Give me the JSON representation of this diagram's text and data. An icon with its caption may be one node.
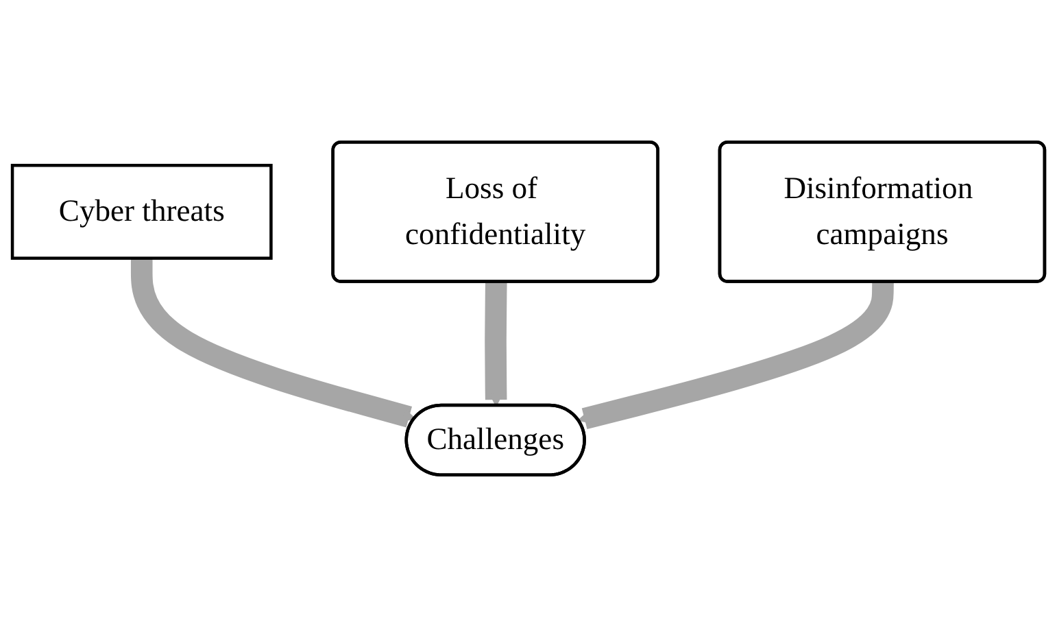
{
  "diagram": {
    "nodes": [
      {
        "text": [
          "Cyber threats"
        ]
      },
      {
        "text": [
          "Loss of confidentiality"
        ]
      },
      {
        "text": [
          "Disinformation campaigns"
        ]
      },
      {
        "text": [
          "Challenges"
        ]
      }
    ],
    "edges": [
      {
        "from": 0,
        "to": 3,
        "arrow": "to"
      },
      {
        "from": 1,
        "to": 3,
        "arrow": "to"
      },
      {
        "from": 2,
        "to": 3,
        "arrow": "to"
      }
    ]
  }
}
